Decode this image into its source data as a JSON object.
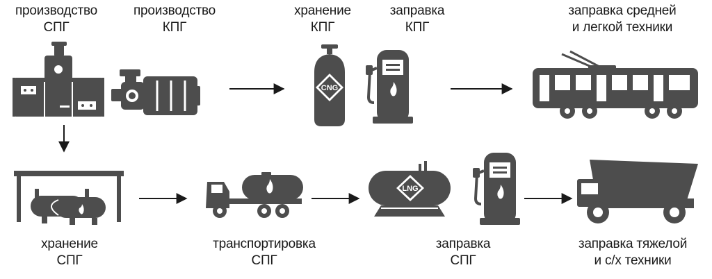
{
  "labels": {
    "lng_production": {
      "line1": "производство",
      "line2": "СПГ"
    },
    "cng_production": {
      "line1": "производство",
      "line2": "КПГ"
    },
    "cng_storage": {
      "line1": "хранение",
      "line2": "КПГ"
    },
    "cng_refueling": {
      "line1": "заправка",
      "line2": "КПГ"
    },
    "light_refueling": {
      "line1": "заправка средней",
      "line2": "и легкой техники"
    },
    "lng_storage": {
      "line1": "хранение",
      "line2": "СПГ"
    },
    "lng_transport": {
      "line1": "транспортировка",
      "line2": "СПГ"
    },
    "lng_refueling": {
      "line1": "заправка",
      "line2": "СПГ"
    },
    "heavy_refueling": {
      "line1": "заправка тяжелой",
      "line2": "и с/х техники"
    }
  },
  "badges": {
    "cng": "CNG",
    "lng": "LNG"
  },
  "colors": {
    "icon": "#4d4d4d",
    "icon_light": "#ffffff",
    "text": "#1a1a1a",
    "arrow": "#1a1a1a"
  },
  "icons": {
    "plant": "gas-processing-plant-icon",
    "compressor": "compressor-icon",
    "cylinder": "gas-cylinder-icon",
    "dispenser": "fuel-dispenser-icon",
    "trolleybus": "trolleybus-icon",
    "tank": "storage-tank-icon",
    "truck": "tanker-truck-icon",
    "dumptruck": "dump-truck-icon"
  }
}
